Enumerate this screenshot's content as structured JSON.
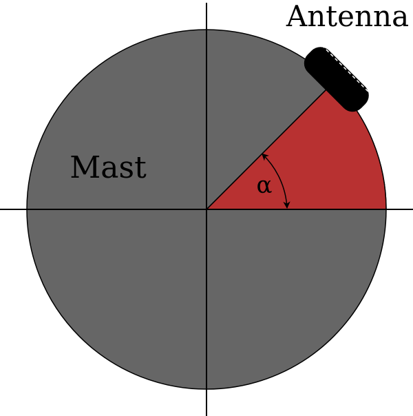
{
  "labels": {
    "mast": "Mast",
    "antenna": "Antenna",
    "angle": "α"
  },
  "colors": {
    "mast_fill": "#666666",
    "sector_fill": "#b83131",
    "antenna_fill": "#000000",
    "stroke": "#000000",
    "background": "#ffffff"
  },
  "diagram": {
    "sector_angle_deg": 45,
    "angle_arrow": "double-headed"
  }
}
